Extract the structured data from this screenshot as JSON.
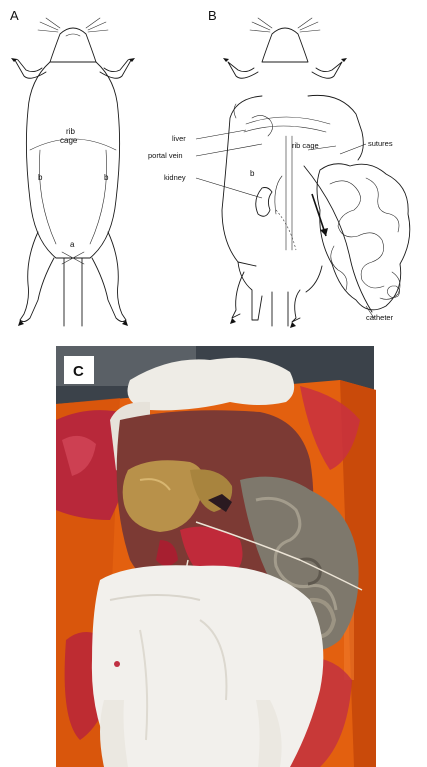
{
  "panels": {
    "a": {
      "letter": "A",
      "labels": {
        "rib_cage": "rib\ncage",
        "b_left": "b",
        "b_right": "b",
        "a": "a"
      }
    },
    "b": {
      "letter": "B",
      "labels": {
        "liver": "liver",
        "portal_vein": "portal vein",
        "kidney": "kidney",
        "rib_cage": "rib cage",
        "sutures": "sutures",
        "b": "b",
        "catheter": "catheter"
      }
    },
    "c": {
      "letter": "C"
    }
  },
  "colors": {
    "tray_orange": "#e85d12",
    "tray_dark": "#b8400a",
    "fur_white": "#f2f0ec",
    "liver_tan": "#b8914a",
    "tissue_red": "#c02a3a",
    "background_dark": "#3a4048"
  }
}
